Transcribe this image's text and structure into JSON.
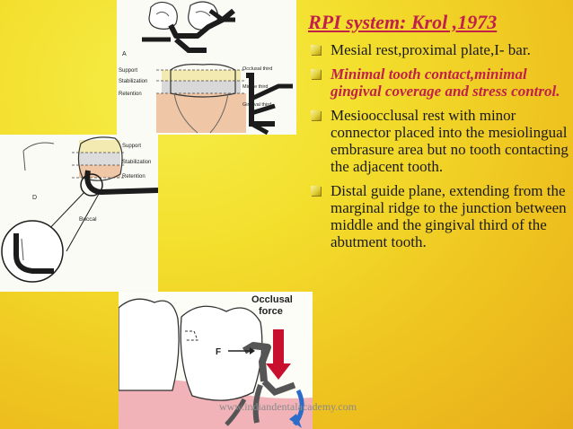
{
  "slide": {
    "title": "RPI system: Krol ,1973",
    "bullets": [
      {
        "text": "Mesial rest,proximal plate,I- bar.",
        "style": "normal"
      },
      {
        "text": "Minimal tooth contact,minimal gingival coverage and stress control.",
        "style": "highlight"
      },
      {
        "text": "Mesioocclusal rest with minor connector placed into the mesiolingual embrasure area but no tooth contacting the adjacent tooth.",
        "style": "normal"
      },
      {
        "text": " Distal guide plane, extending from the marginal ridge to the junction between middle and the gingival third of the abutment tooth.",
        "style": "normal"
      }
    ],
    "watermark": "www.indiandentalacademy.com"
  },
  "figures": {
    "figA": {
      "letter": "A",
      "labels_left": [
        "Support",
        "Stabilization",
        "Retention"
      ],
      "labels_right": [
        "Occlusal third",
        "Middle third",
        "Gingival third"
      ]
    },
    "figD": {
      "letter": "D",
      "labels_right": [
        "Support",
        "Stabilization",
        "Retention"
      ],
      "label_bottom": "Buccal"
    },
    "figF": {
      "arrow_label_line1": "Occlusal",
      "arrow_label_line2": "force",
      "letter": "F"
    }
  },
  "theme": {
    "accent": "#c0204a",
    "background": "#f3de2c",
    "text": "#1a1a1a"
  }
}
